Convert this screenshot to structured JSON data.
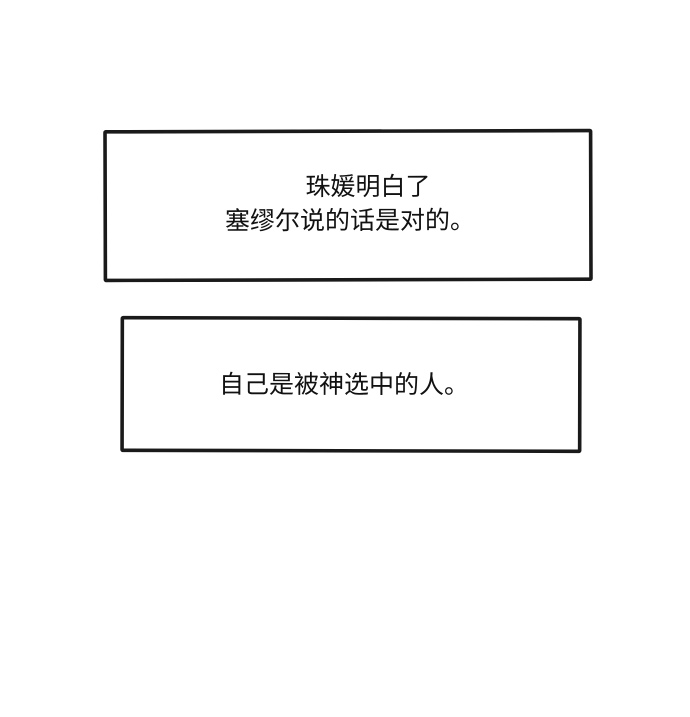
{
  "panels": [
    {
      "lines": [
        "珠媛明白了",
        "塞缪尔说的话是对的。"
      ]
    },
    {
      "lines": [
        "自己是被神选中的人。"
      ]
    }
  ],
  "colors": {
    "background": "#ffffff",
    "border": "#1a1a1a",
    "text": "#111111"
  }
}
